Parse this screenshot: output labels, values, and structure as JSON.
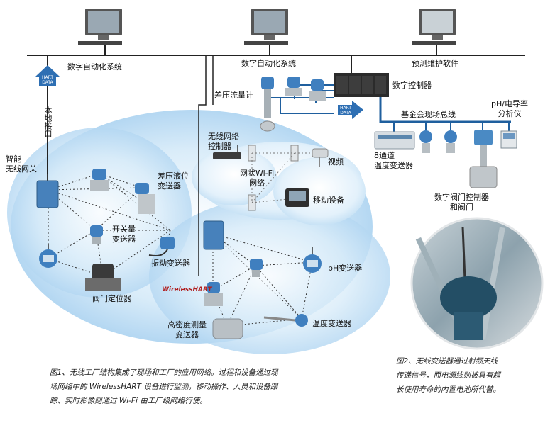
{
  "network_labels": {
    "das_left": "数字自动化系统",
    "das_center": "数字自动化系统",
    "predictive_software": "预测维护软件",
    "digital_controller": "数字控制器",
    "dp_flowmeter": "差压流量计",
    "hart_data_1": "HART\nDATA",
    "hart_data_2": "HART\nDATA",
    "local_interface": "本地接口",
    "smart_gateway": "智能\n无线网关",
    "dp_level": "差压液位\n变送器",
    "switch_tx": "开关量\n变送器",
    "vibration_tx": "振动变送器",
    "valve_positioner": "阀门定位器",
    "wirelesshart_logo": "WirelessHART",
    "wireless_controller": "无线网络\n控制器",
    "mesh_wifi": "网状Wi-Fi\n网络",
    "video": "视频",
    "mobile_device": "移动设备",
    "fieldbus": "基金会现场总线",
    "ph_analyzer": "pH/电导率\n分析仪",
    "temp_8ch": "8通道\n温度变送器",
    "valve_controller": "数字阀门控制器\n和阀门",
    "ph_tx": "pH变送器",
    "high_density": "高密度测量\n变送器",
    "temp_tx": "温度变送器"
  },
  "captions": {
    "fig1": "图1、无线工厂结构集成了现场和工厂的应用网络。过程和设备通过现场网络中的 WirelessHART 设备进行监测，移动操作、人员和设备跟踪、实时影像则通过 Wi-Fi 由工厂级网络行使。",
    "fig2": "图2、无线变送器通过射频天线传递信号，而电源线则被具有超长使用寿命的内置电池所代替。"
  },
  "colors": {
    "bus": "#222222",
    "fieldbus": "#1f5f9e",
    "cloud": "#cfe6f7",
    "device": "#3f7fbf"
  }
}
